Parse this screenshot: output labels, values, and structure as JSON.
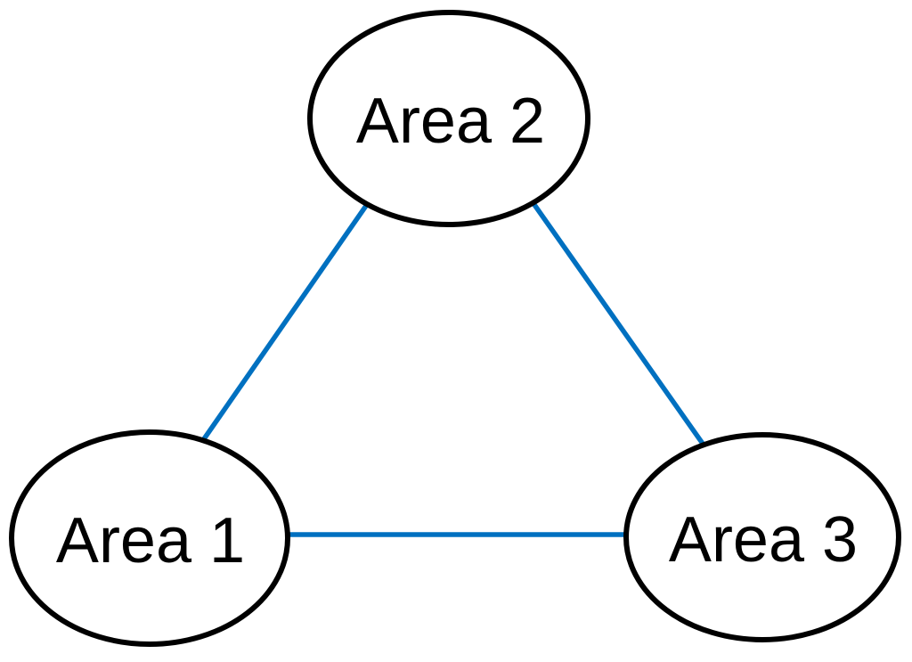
{
  "diagram": {
    "type": "node-link-graph",
    "description": "Three elliptical nodes connected pairwise by lines forming a triangle",
    "nodes": [
      {
        "id": "area-1",
        "label": "Area 1",
        "position": "bottom-left"
      },
      {
        "id": "area-2",
        "label": "Area 2",
        "position": "top-center"
      },
      {
        "id": "area-3",
        "label": "Area 3",
        "position": "bottom-right"
      }
    ],
    "edges": [
      {
        "from": "area-1",
        "to": "area-2"
      },
      {
        "from": "area-2",
        "to": "area-3"
      },
      {
        "from": "area-1",
        "to": "area-3"
      }
    ],
    "colors": {
      "edge": "#0070c0",
      "node_border": "#000000",
      "node_fill": "#ffffff",
      "label_text": "#000000",
      "background": "#ffffff"
    }
  }
}
